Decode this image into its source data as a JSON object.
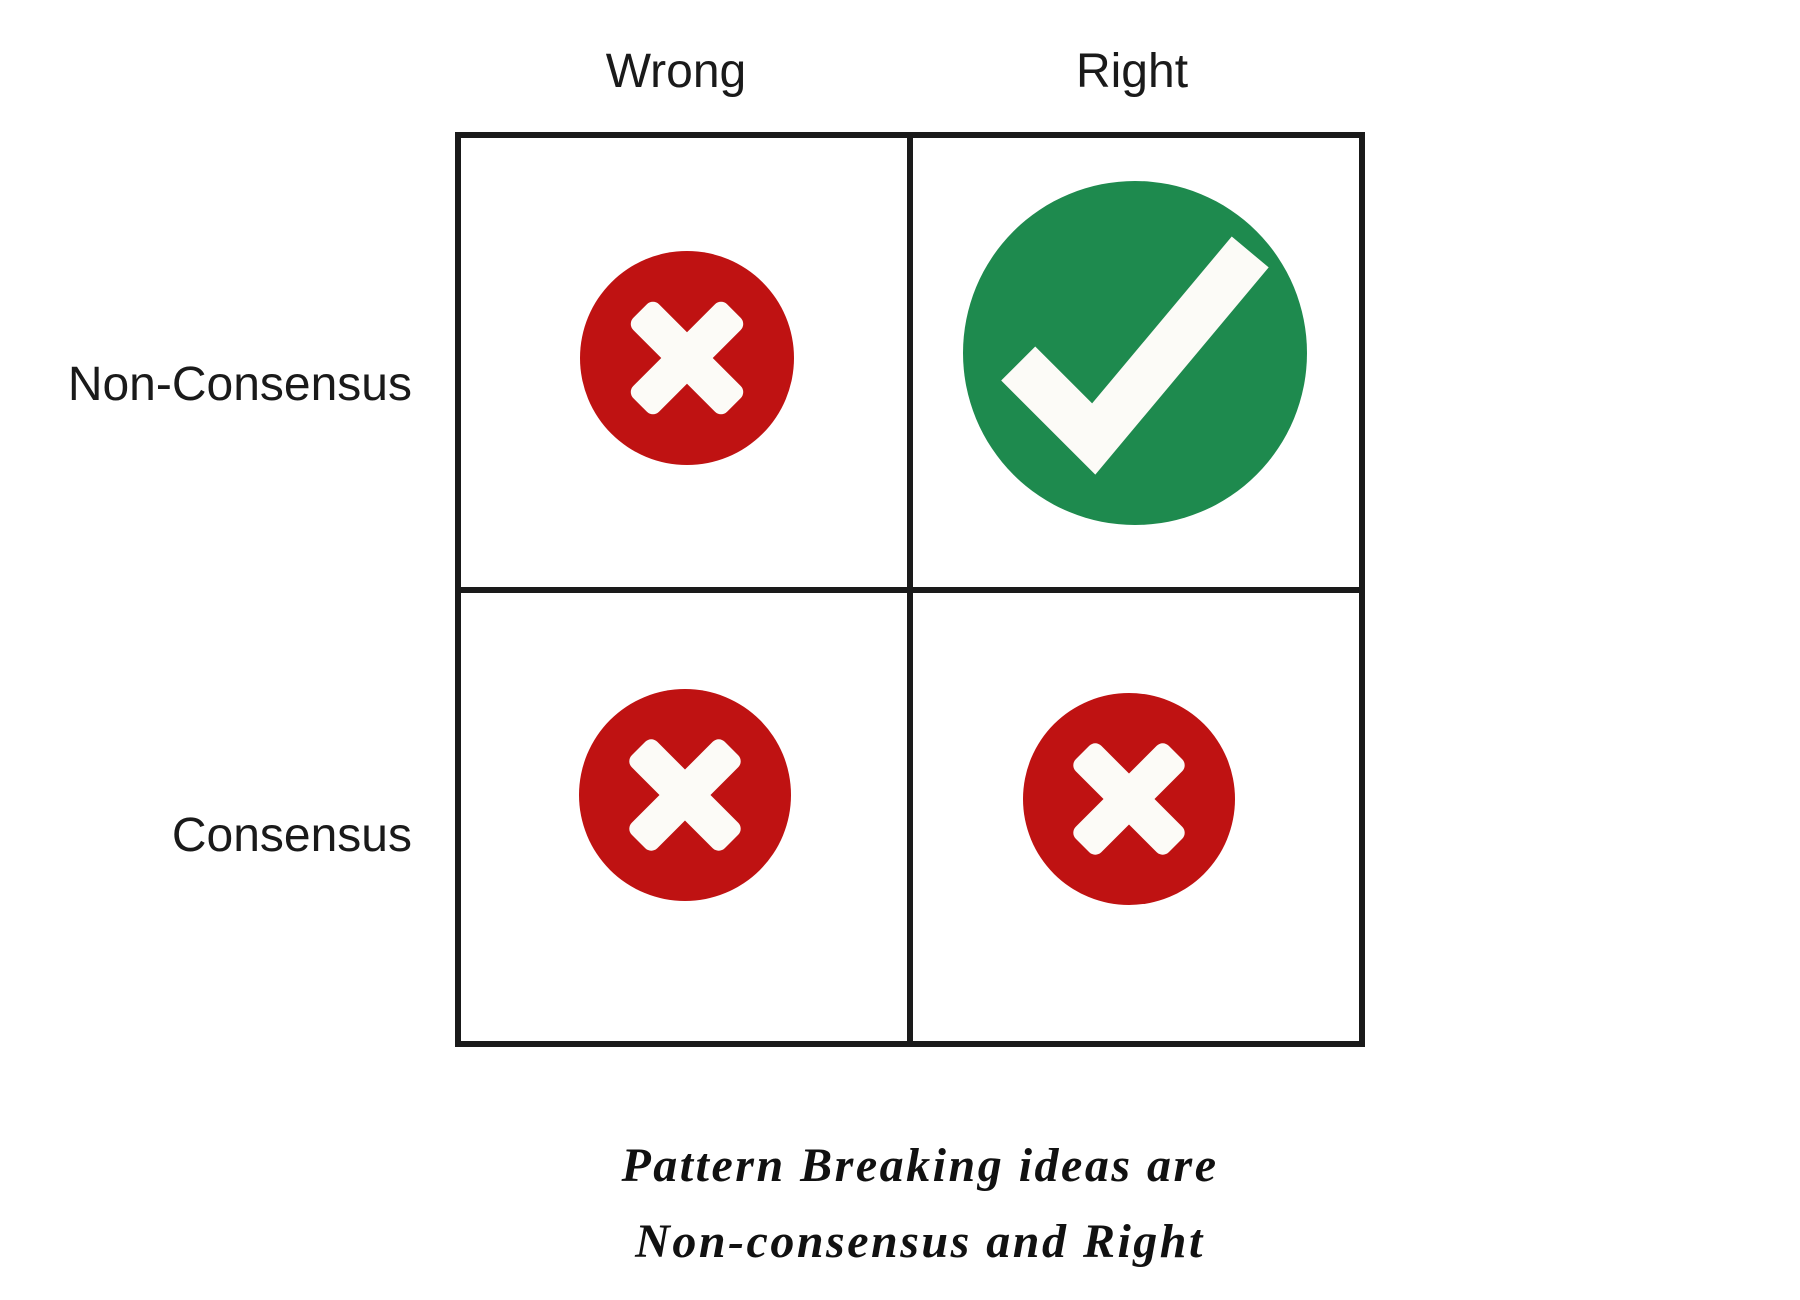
{
  "matrix": {
    "col_headers": [
      {
        "label": "Wrong"
      },
      {
        "label": "Right"
      }
    ],
    "row_headers": [
      {
        "label": "Non-Consensus"
      },
      {
        "label": "Consensus"
      }
    ],
    "cells": [
      {
        "row": "Non-Consensus",
        "col": "Wrong",
        "icon": "cross-circle-icon",
        "meaning": "wrong"
      },
      {
        "row": "Non-Consensus",
        "col": "Right",
        "icon": "check-circle-icon",
        "meaning": "right"
      },
      {
        "row": "Consensus",
        "col": "Wrong",
        "icon": "cross-circle-icon",
        "meaning": "wrong"
      },
      {
        "row": "Consensus",
        "col": "Right",
        "icon": "cross-circle-icon",
        "meaning": "wrong"
      }
    ]
  },
  "caption": {
    "line1": "Pattern Breaking ideas are",
    "line2": "Non-consensus and Right"
  },
  "colors": {
    "cross": "#bf1212",
    "check": "#1e8a4e",
    "glyph": "#fcfbf7",
    "grid": "#1a1a1a",
    "text": "#1a1a1a"
  }
}
